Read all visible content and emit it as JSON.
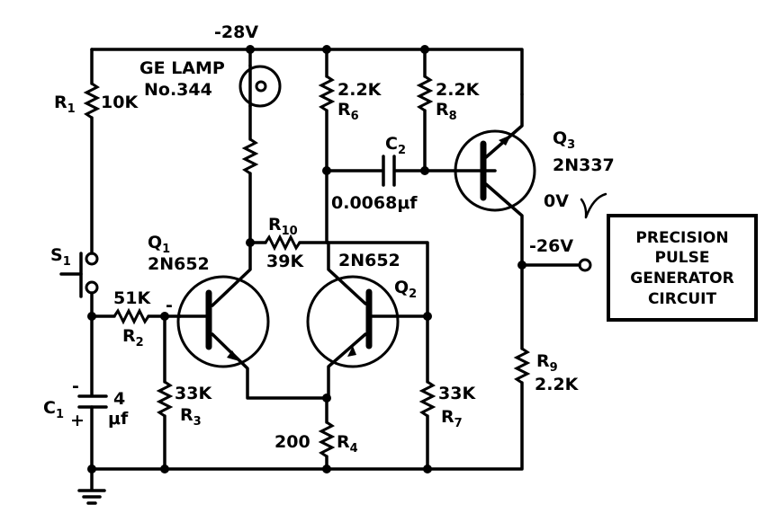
{
  "diagram": {
    "type": "circuit-schematic",
    "supply": {
      "label": "-28V"
    },
    "lamp": {
      "line1": "GE LAMP",
      "line2": "No.344"
    },
    "R1": {
      "name": "R",
      "sub": "1",
      "value": "10K"
    },
    "R2": {
      "name": "R",
      "sub": "2",
      "value": "51K"
    },
    "R3": {
      "name": "R",
      "sub": "3",
      "value": "33K"
    },
    "R4": {
      "name": "R",
      "sub": "4",
      "value": "200"
    },
    "R6": {
      "name": "R",
      "sub": "6",
      "value": "2.2K"
    },
    "R7": {
      "name": "R",
      "sub": "7",
      "value": "33K"
    },
    "R8": {
      "name": "R",
      "sub": "8",
      "value": "2.2K"
    },
    "R9": {
      "name": "R",
      "sub": "9",
      "value": "2.2K"
    },
    "R10": {
      "name": "R",
      "sub": "10",
      "value": "39K"
    },
    "C1": {
      "name": "C",
      "sub": "1",
      "value_num": "4",
      "value_unit": "μf",
      "minus": "-",
      "plus": "+"
    },
    "C2": {
      "name": "C",
      "sub": "2",
      "value": "0.0068μf"
    },
    "S1": {
      "name": "S",
      "sub": "1"
    },
    "Q1": {
      "name": "Q",
      "sub": "1",
      "part": "2N652"
    },
    "Q2": {
      "name": "Q",
      "sub": "2",
      "part": "2N652"
    },
    "Q3": {
      "name": "Q",
      "sub": "3",
      "part": "2N337"
    },
    "q1_base_polarity": "-",
    "output": {
      "pulse_level": "0V",
      "dc_level": "-26V"
    },
    "block": {
      "lines": [
        "PRECISION",
        "PULSE",
        "GENERATOR",
        "CIRCUIT"
      ]
    }
  }
}
